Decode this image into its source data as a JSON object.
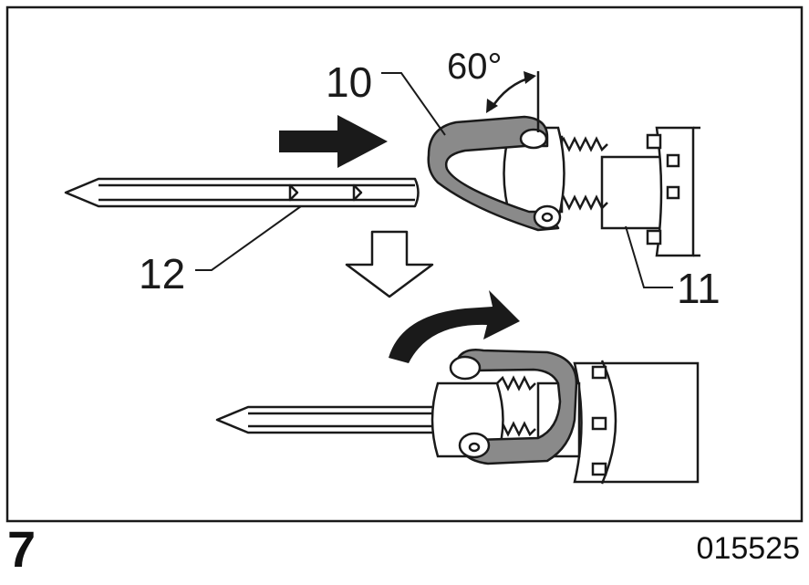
{
  "figure": {
    "number": "7",
    "code": "015525",
    "angle_label": "60°",
    "callouts": {
      "retainer": "10",
      "tool_holder": "11",
      "bit": "12"
    }
  },
  "colors": {
    "line": "#1a1a1a",
    "retainer_fill": "#8a8a8a",
    "body_fill": "#ffffff"
  },
  "icons": [
    "insert-direction-arrow",
    "down-step-arrow",
    "rotate-arrow"
  ]
}
